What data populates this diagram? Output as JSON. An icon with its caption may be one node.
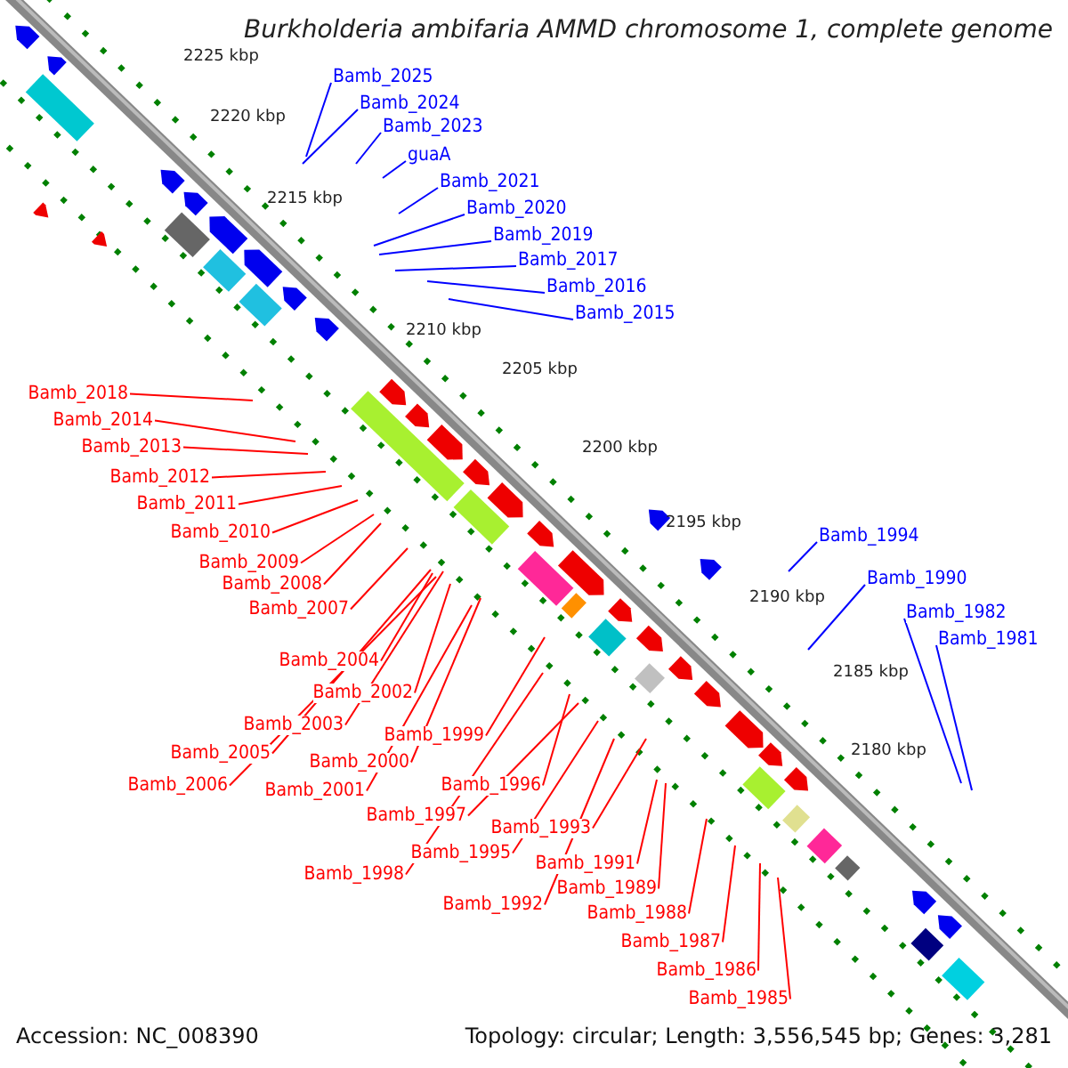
{
  "diagram": {
    "title": "Burkholderia ambifaria AMMD chromosome 1, complete genome",
    "nodes": [
      {
        "text": [
          "Bamb_2025"
        ]
      },
      {
        "text": [
          "Bamb_2024"
        ]
      },
      {
        "text": [
          "Bamb_2023"
        ]
      },
      {
        "text": [
          "guaA"
        ]
      },
      {
        "text": [
          "Bamb_2021"
        ]
      },
      {
        "text": [
          "Bamb_2020"
        ]
      },
      {
        "text": [
          "Bamb_2019"
        ]
      },
      {
        "text": [
          "Bamb_2017"
        ]
      },
      {
        "text": [
          "Bamb_2016"
        ]
      },
      {
        "text": [
          "Bamb_2015"
        ]
      },
      {
        "text": [
          "Bamb_2018"
        ]
      },
      {
        "text": [
          "Bamb_2014"
        ]
      },
      {
        "text": [
          "Bamb_2013"
        ]
      },
      {
        "text": [
          "Bamb_2012"
        ]
      },
      {
        "text": [
          "Bamb_2011"
        ]
      },
      {
        "text": [
          "Bamb_2010"
        ]
      },
      {
        "text": [
          "Bamb_2009"
        ]
      },
      {
        "text": [
          "Bamb_2008"
        ]
      },
      {
        "text": [
          "Bamb_2007"
        ]
      },
      {
        "text": [
          "Bamb_1994"
        ]
      },
      {
        "text": [
          "Bamb_1990"
        ]
      },
      {
        "text": [
          "Bamb_1982"
        ]
      },
      {
        "text": [
          "Bamb_1981"
        ]
      },
      {
        "text": [
          "Bamb_2004"
        ]
      },
      {
        "text": [
          "Bamb_2002"
        ]
      },
      {
        "text": [
          "Bamb_2003"
        ]
      },
      {
        "text": [
          "Bamb_1999"
        ]
      },
      {
        "text": [
          "Bamb_2005"
        ]
      },
      {
        "text": [
          "Bamb_2000"
        ]
      },
      {
        "text": [
          "Bamb_1996"
        ]
      },
      {
        "text": [
          "Bamb_2006"
        ]
      },
      {
        "text": [
          "Bamb_2001"
        ]
      },
      {
        "text": [
          "Bamb_1997"
        ]
      },
      {
        "text": [
          "Bamb_1993"
        ]
      },
      {
        "text": [
          "Bamb_1995"
        ]
      },
      {
        "text": [
          "Bamb_1991"
        ]
      },
      {
        "text": [
          "Bamb_1998"
        ]
      },
      {
        "text": [
          "Bamb_1989"
        ]
      },
      {
        "text": [
          "Bamb_1992"
        ]
      },
      {
        "text": [
          "Bamb_1988"
        ]
      },
      {
        "text": [
          "Bamb_1987"
        ]
      },
      {
        "text": [
          "Bamb_1986"
        ]
      },
      {
        "text": [
          "Bamb_1985"
        ]
      }
    ],
    "edges": [
      {
        "from": 0,
        "to": null,
        "arrow": "none",
        "color": "#0000ff"
      },
      {
        "from": 1,
        "to": null,
        "arrow": "none",
        "color": "#0000ff"
      },
      {
        "from": 2,
        "to": null,
        "arrow": "none",
        "color": "#0000ff"
      },
      {
        "from": 3,
        "to": null,
        "arrow": "none",
        "color": "#0000ff"
      },
      {
        "from": 4,
        "to": null,
        "arrow": "none",
        "color": "#0000ff"
      },
      {
        "from": 5,
        "to": null,
        "arrow": "none",
        "color": "#0000ff"
      },
      {
        "from": 6,
        "to": null,
        "arrow": "none",
        "color": "#0000ff"
      },
      {
        "from": 7,
        "to": null,
        "arrow": "none",
        "color": "#0000ff"
      },
      {
        "from": 8,
        "to": null,
        "arrow": "none",
        "color": "#0000ff"
      },
      {
        "from": 9,
        "to": null,
        "arrow": "none",
        "color": "#0000ff"
      },
      {
        "from": 10,
        "to": null,
        "arrow": "none"
      },
      {
        "from": 11,
        "to": null,
        "arrow": "none"
      },
      {
        "from": 12,
        "to": null,
        "arrow": "none"
      },
      {
        "from": 13,
        "to": null,
        "arrow": "none"
      },
      {
        "from": 14,
        "to": null,
        "arrow": "none"
      },
      {
        "from": 15,
        "to": null,
        "arrow": "none"
      },
      {
        "from": 16,
        "to": null,
        "arrow": "none"
      },
      {
        "from": 17,
        "to": null,
        "arrow": "none"
      },
      {
        "from": 18,
        "to": null,
        "arrow": "none"
      },
      {
        "from": 19,
        "to": null,
        "arrow": "none",
        "color": "#0000ff"
      },
      {
        "from": 20,
        "to": null,
        "arrow": "none",
        "color": "#0000ff"
      },
      {
        "from": 21,
        "to": null,
        "arrow": "none",
        "color": "#0000ff"
      },
      {
        "from": 22,
        "to": null,
        "arrow": "none",
        "color": "#0000ff"
      },
      {
        "from": 23,
        "to": null,
        "arrow": "none"
      },
      {
        "from": 24,
        "to": null,
        "arrow": "none"
      },
      {
        "from": 25,
        "to": null,
        "arrow": "none"
      },
      {
        "from": 26,
        "to": null,
        "arrow": "none"
      },
      {
        "from": 27,
        "to": null,
        "arrow": "none"
      },
      {
        "from": 28,
        "to": null,
        "arrow": "none"
      },
      {
        "from": 29,
        "to": null,
        "arrow": "none"
      },
      {
        "from": 30,
        "to": null,
        "arrow": "none"
      },
      {
        "from": 31,
        "to": null,
        "arrow": "none"
      },
      {
        "from": 32,
        "to": null,
        "arrow": "none"
      },
      {
        "from": 33,
        "to": null,
        "arrow": "none"
      },
      {
        "from": 34,
        "to": null,
        "arrow": "none"
      },
      {
        "from": 35,
        "to": null,
        "arrow": "none"
      },
      {
        "from": 36,
        "to": null,
        "arrow": "none"
      },
      {
        "from": 37,
        "to": null,
        "arrow": "none"
      },
      {
        "from": 38,
        "to": null,
        "arrow": "none"
      },
      {
        "from": 39,
        "to": null,
        "arrow": "none"
      },
      {
        "from": 40,
        "to": null,
        "arrow": "none"
      },
      {
        "from": 41,
        "to": null,
        "arrow": "none"
      },
      {
        "from": 42,
        "to": null,
        "arrow": "none"
      }
    ],
    "labels": [
      "2225 kbp",
      "2220 kbp",
      "2215 kbp",
      "2210 kbp",
      "2205 kbp",
      "2200 kbp",
      "2195 kbp",
      "2190 kbp",
      "2185 kbp",
      "2180 kbp",
      "Accession: NC_008390",
      "Topology: circular; Length: 3,556,545 bp; Genes: 3,281"
    ]
  }
}
